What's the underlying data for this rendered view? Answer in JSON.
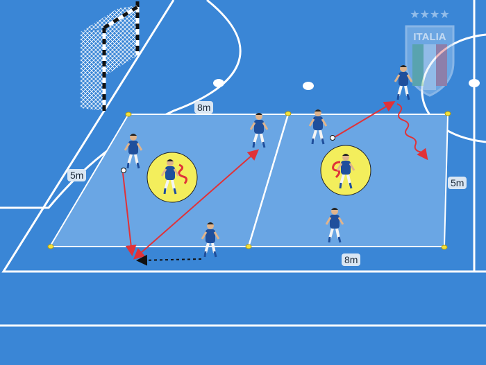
{
  "measurements": {
    "top_left_width": "8m",
    "left_height": "5m",
    "right_height": "5m",
    "bottom_right_width": "8m"
  },
  "logo": {
    "text": "ITALIA",
    "stars": "★★★★"
  },
  "colors": {
    "court": "#3a86d6",
    "drill_zone": "#6aa6e4",
    "defender_zone": "#f3ee5c",
    "pass_arrow": "#e03238",
    "run_arrow": "#111111",
    "cone": "#f3e13a",
    "shirt": "#1f4f9c"
  },
  "icons": [
    "goal-net-icon",
    "player-icon",
    "ball-icon",
    "cone-icon",
    "logo-shield-icon"
  ]
}
